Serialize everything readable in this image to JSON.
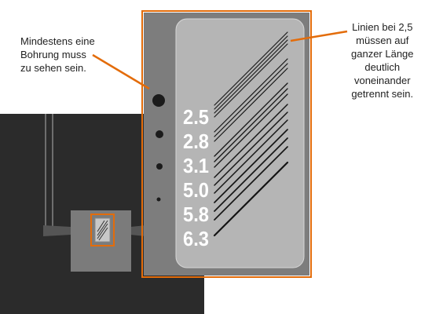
{
  "annotations": {
    "left": {
      "lines": [
        "Mindestens eine",
        "Bohrung muss",
        "zu sehen sein."
      ]
    },
    "right": {
      "lines": [
        "Linien bei 2,5",
        "müssen auf",
        "ganzer Länge",
        "deutlich",
        "voneinander",
        "getrennt sein."
      ]
    }
  },
  "gauge_labels": [
    "2.5",
    "2.8",
    "3.1",
    "5.0",
    "5.8",
    "6.3"
  ],
  "colors": {
    "highlight": "#e36c0a",
    "dark_panel": "#2b2b2b",
    "plate": "#7d7d7d",
    "inner_plate": "#b5b5b5",
    "label_text": "#ffffff",
    "line": "#151515"
  }
}
